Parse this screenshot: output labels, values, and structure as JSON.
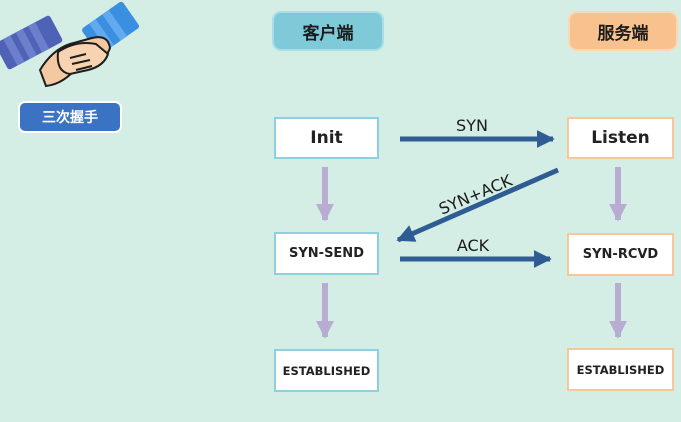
{
  "badge_label": "三次握手",
  "headers": {
    "client": "客户端",
    "server": "服务端"
  },
  "client_states": [
    "Init",
    "SYN-SEND",
    "ESTABLISHED"
  ],
  "server_states": [
    "Listen",
    "SYN-RCVD",
    "ESTABLISHED"
  ],
  "messages": {
    "syn": "SYN",
    "synack": "SYN+ACK",
    "ack": "ACK"
  },
  "colors": {
    "message_arrow": "#2f5c93",
    "state_arrow": "#b8acd3",
    "badge": "#3a72c4",
    "client_header": "#7fcad9",
    "server_header": "#f8c28f"
  },
  "icons": {
    "logo": "handshake-icon"
  }
}
